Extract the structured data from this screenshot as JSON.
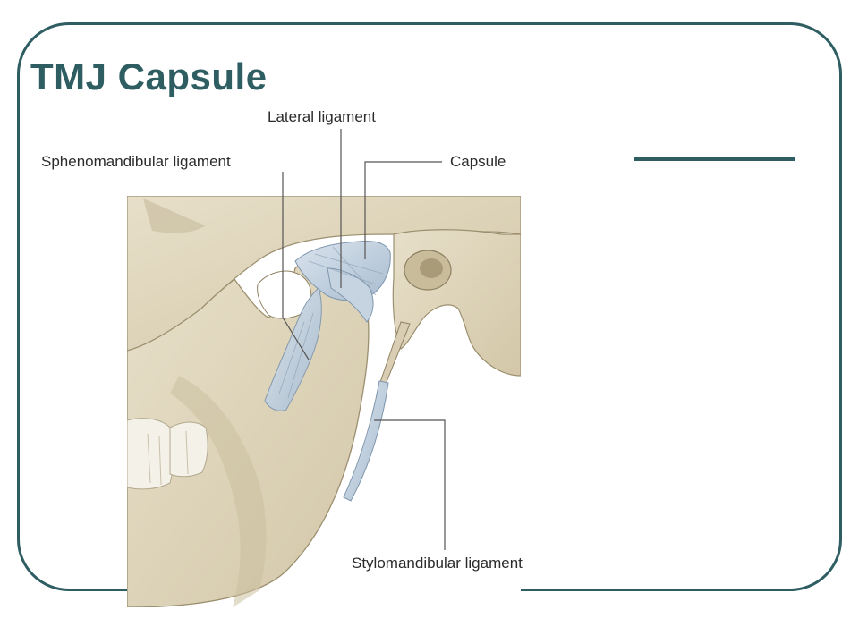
{
  "slide": {
    "title": "TMJ Capsule"
  },
  "figure": {
    "labels": {
      "lateral_ligament": "Lateral ligament",
      "sphenomandibular_ligament": "Sphenomandibular ligament",
      "capsule": "Capsule",
      "stylomandibular_ligament": "Stylomandibular ligament"
    }
  },
  "colors": {
    "title": "#2e5d62",
    "frame": "#2e5d62",
    "bone": "#e2d8c0",
    "ligament": "#b9c9d9"
  }
}
